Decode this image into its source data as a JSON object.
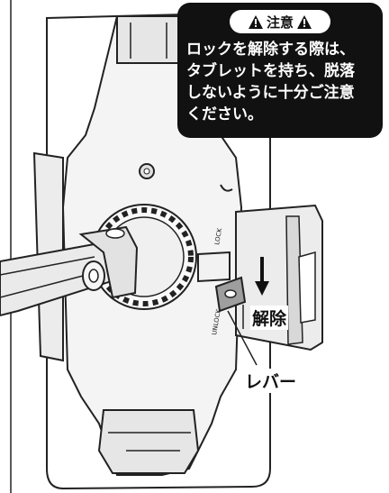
{
  "callout": {
    "badge_label": "注意",
    "icon": "warning-icon",
    "lines": [
      "ロックを解除する際は、",
      "タブレットを持ち、脱落",
      "しないように十分ご注意",
      "ください。"
    ]
  },
  "labels": {
    "release": "解除",
    "lever": "レバー",
    "lock_engraving": "LOCK",
    "unlock_engraving": "UNLOCK"
  },
  "colors": {
    "callout_bg": "#111111",
    "lever_fill": "#9e9e9e",
    "line": "#222222"
  }
}
